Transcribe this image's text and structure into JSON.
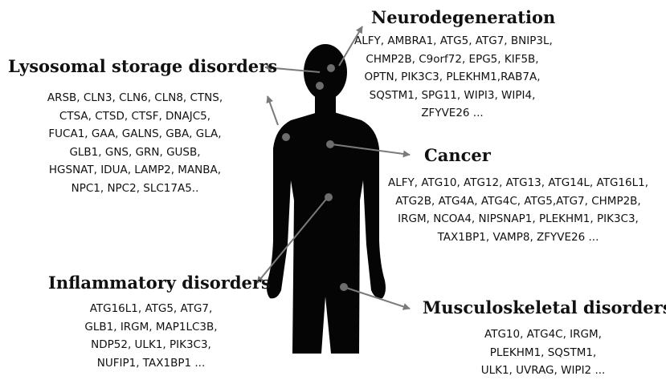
{
  "colors": {
    "silhouette": "#050505",
    "dot": "#6d6d6d",
    "arrow": "#7a7a7a",
    "text": "#111111"
  },
  "diseases": {
    "neuro": {
      "title": "Neurodegeneration",
      "lines": [
        "ALFY, AMBRA1, ATG5, ATG7, BNIP3L,",
        "CHMP2B, C9orf72, EPG5, KIF5B,",
        "OPTN, PIK3C3, PLEKHM1,RAB7A,",
        "SQSTM1, SPG11, WIPI3, WIPI4,",
        "ZFYVE26 ..."
      ]
    },
    "lysosomal": {
      "title": "Lysosomal storage disorders",
      "lines": [
        "ARSB, CLN3, CLN6, CLN8, CTNS,",
        "CTSA, CTSD, CTSF, DNAJC5,",
        "FUCA1, GAA, GALNS, GBA, GLA,",
        "GLB1, GNS, GRN, GUSB,",
        "HGSNAT, IDUA, LAMP2, MANBA,",
        "NPC1, NPC2, SLC17A5.."
      ]
    },
    "cancer": {
      "title": "Cancer",
      "lines": [
        "ALFY, ATG10, ATG12, ATG13, ATG14L, ATG16L1,",
        "ATG2B, ATG4A, ATG4C, ATG5,ATG7, CHMP2B,",
        "IRGM, NCOA4, NIPSNAP1, PLEKHM1, PIK3C3,",
        "TAX1BP1, VAMP8, ZFYVE26 ..."
      ]
    },
    "inflammatory": {
      "title": "Inflammatory disorders",
      "lines": [
        "ATG16L1, ATG5, ATG7,",
        "GLB1, IRGM, MAP1LC3B,",
        "NDP52, ULK1, PIK3C3,",
        "NUFIP1, TAX1BP1 ..."
      ]
    },
    "musculoskeletal": {
      "title": "Musculoskeletal disorders",
      "lines": [
        "ATG10, ATG4C, IRGM,",
        "PLEKHM1, SQSTM1,",
        "ULK1, UVRAG, WIPI2 ..."
      ]
    }
  }
}
